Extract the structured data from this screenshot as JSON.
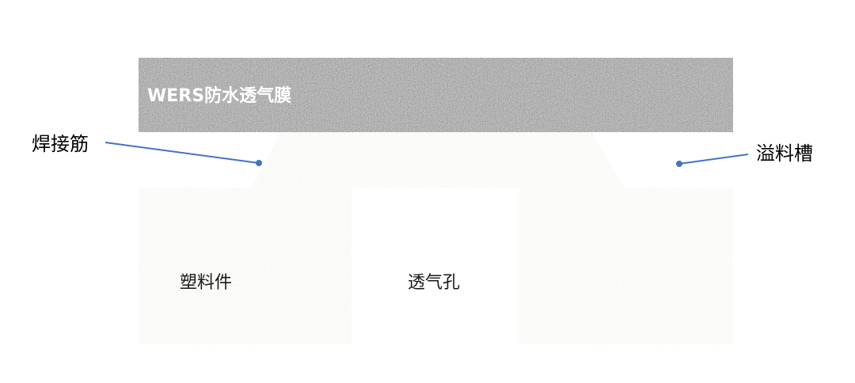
{
  "labels": {
    "membrane": "WERS防水透气膜",
    "plastic_part": "塑料件",
    "vent_hole": "透气孔",
    "weld_rib": "焊接筋",
    "overflow_groove": "溢料槽"
  },
  "colors": {
    "membrane_fill": "#7f7f7f",
    "plastic_fill": "#e9e9e6",
    "callout_line": "#4472c4"
  }
}
